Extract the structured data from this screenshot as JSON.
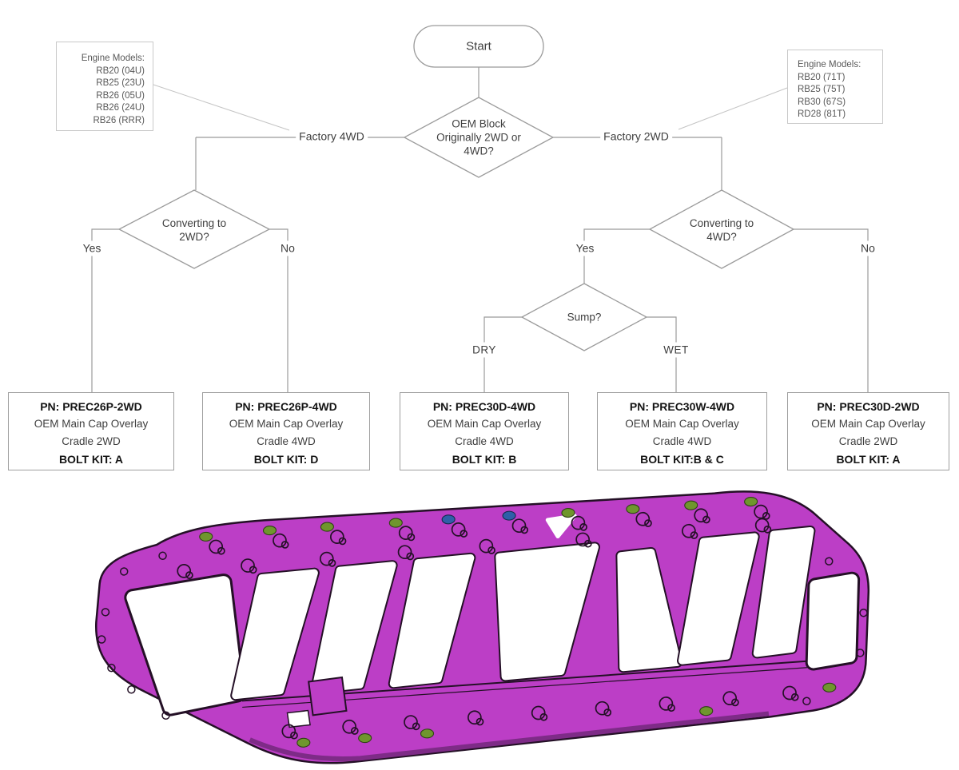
{
  "colors": {
    "part_magenta": "#bc3ec6",
    "part_magenta_dark": "#7e2b87",
    "part_outline": "#241026",
    "bolt_green": "#6f962d",
    "bolt_blue": "#2f5fa8",
    "flow_line": "#9b9b9b"
  },
  "flowchart": {
    "start_label": "Start",
    "root_question": [
      "OEM Block",
      "Originally 2WD or",
      "4WD?"
    ],
    "branch_left_label": "Factory 4WD",
    "branch_right_label": "Factory 2WD",
    "left_decision": [
      "Converting to",
      "2WD?"
    ],
    "right_decision": [
      "Converting to",
      "4WD?"
    ],
    "sump_label": "Sump?",
    "labels": {
      "yes": "Yes",
      "no": "No",
      "dry": "DRY",
      "wet": "WET"
    }
  },
  "engine_notes_left": {
    "title": "Engine Models:",
    "models": [
      "RB20 (04U)",
      "RB25 (23U)",
      "RB26 (05U)",
      "RB26 (24U)",
      "RB26 (RRR)"
    ]
  },
  "engine_notes_right": {
    "title": "Engine Models:",
    "models": [
      "RB20 (71T)",
      "RB25 (75T)",
      "RB30 (67S)",
      "RD28 (81T)"
    ]
  },
  "outcomes": [
    {
      "pn": "PN: PREC26P-2WD",
      "desc1": "OEM Main Cap Overlay",
      "desc2": "Cradle 2WD",
      "bolt": "BOLT KIT: A"
    },
    {
      "pn": "PN: PREC26P-4WD",
      "desc1": "OEM Main Cap Overlay",
      "desc2": "Cradle 4WD",
      "bolt": "BOLT KIT: D"
    },
    {
      "pn": "PN: PREC30D-4WD",
      "desc1": "OEM Main Cap Overlay",
      "desc2": "Cradle 4WD",
      "bolt": "BOLT KIT: B"
    },
    {
      "pn": "PN: PREC30W-4WD",
      "desc1": "OEM Main Cap Overlay",
      "desc2": "Cradle 4WD",
      "bolt": "BOLT KIT:B & C"
    },
    {
      "pn": "PN: PREC30D-2WD",
      "desc1": "OEM Main Cap Overlay",
      "desc2": "Cradle 2WD",
      "bolt": "BOLT KIT: A"
    }
  ]
}
